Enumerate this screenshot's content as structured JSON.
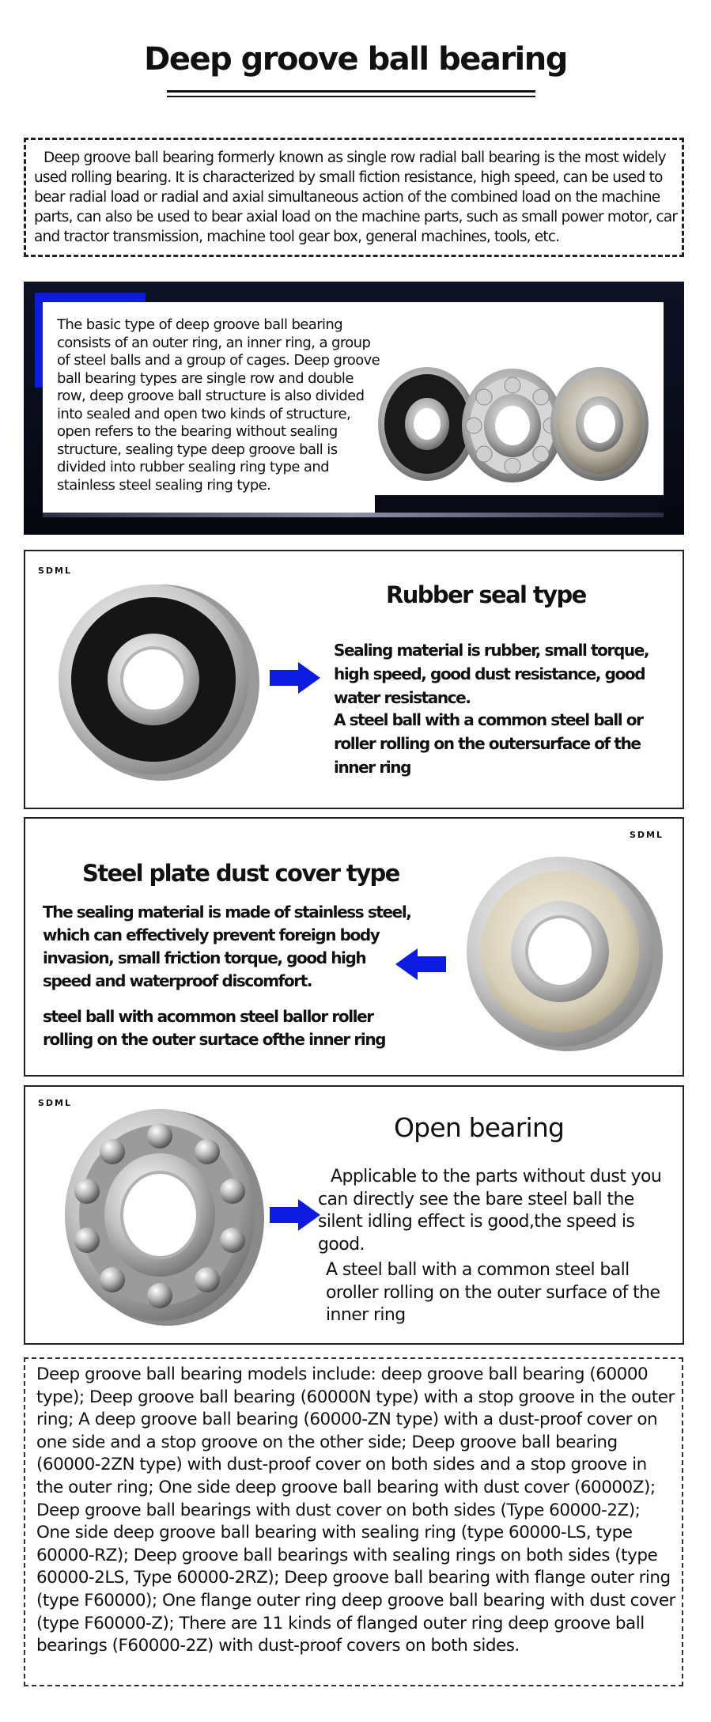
{
  "header": {
    "title": "Deep groove ball bearing"
  },
  "intro": {
    "text": "Deep groove ball bearing formerly known as single row radial ball bearing is the most widely used rolling bearing. It is characterized by small fiction resistance, high speed, can be used to bear radial load or radial and axial simultaneous action of the combined load on the machine parts, can also be used to bear axial load on the machine parts, such as small power motor, car and tractor transmission, machine tool gear box, general machines, tools, etc."
  },
  "structure": {
    "text": "The basic type of deep groove ball bearing consists of an outer ring, an inner ring, a group of steel balls and a group of cages. Deep groove ball bearing types are single row and double row, deep groove ball structure is also divided into sealed and open two kinds of structure, open refers to the bearing without sealing structure, sealing type deep groove ball is divided into rubber sealing ring type and stainless steel sealing ring type."
  },
  "brand": {
    "logo": "SDML"
  },
  "rubber_seal": {
    "title": "Rubber seal type",
    "para1": "Sealing material is rubber, small torque, high speed, good dust resistance, good water resistance.",
    "para2": "A steel ball with a common steel ball or roller rolling on the outersurface of the inner ring"
  },
  "steel_plate": {
    "title": "Steel plate dust cover type",
    "para1": "The sealing material is made of stainless steel, which can effectively prevent foreign body invasion, small friction torque, good high speed and waterproof discomfort.",
    "para2": "steel ball with acommon steel ballor roller rolling on the outer surtace ofthe inner ring"
  },
  "open_bearing": {
    "title": "Open bearing",
    "para1": "Applicable to the parts without dust you can directly see the bare steel ball the silent idling effect is good,the speed is good.",
    "para2": "A steel ball with a common steel ball oroller rolling on the outer surface of the inner ring"
  },
  "models": {
    "text": "Deep groove ball bearing models include: deep groove ball bearing (60000 type); Deep groove ball bearing (60000N type) with a stop groove in the outer ring; A deep groove ball bearing (60000-ZN type) with a dust-proof cover on one side and a stop groove on the other side; Deep groove ball bearing (60000-2ZN type) with dust-proof cover on both sides and a stop groove in the outer ring; One side deep groove ball bearing with dust cover (60000Z); Deep groove ball bearings with dust cover on both sides (Type 60000-2Z); One side deep groove ball bearing with sealing ring (type 60000-LS, type 60000-RZ); Deep groove ball bearings with sealing rings on both sides (type 60000-2LS, Type 60000-2RZ); Deep groove ball bearing with flange outer ring (type F60000); One flange outer ring deep groove ball bearing with dust cover (type F60000-Z); There are 11 kinds of flanged outer ring deep groove ball bearings (F60000-2Z) with dust-proof covers on both sides."
  },
  "colors": {
    "accent_blue": "#0d1ae0",
    "panel_dark": "#05070f",
    "text": "#111111"
  },
  "icons": [
    "arrow-right-icon",
    "arrow-left-icon",
    "bearing-image"
  ]
}
